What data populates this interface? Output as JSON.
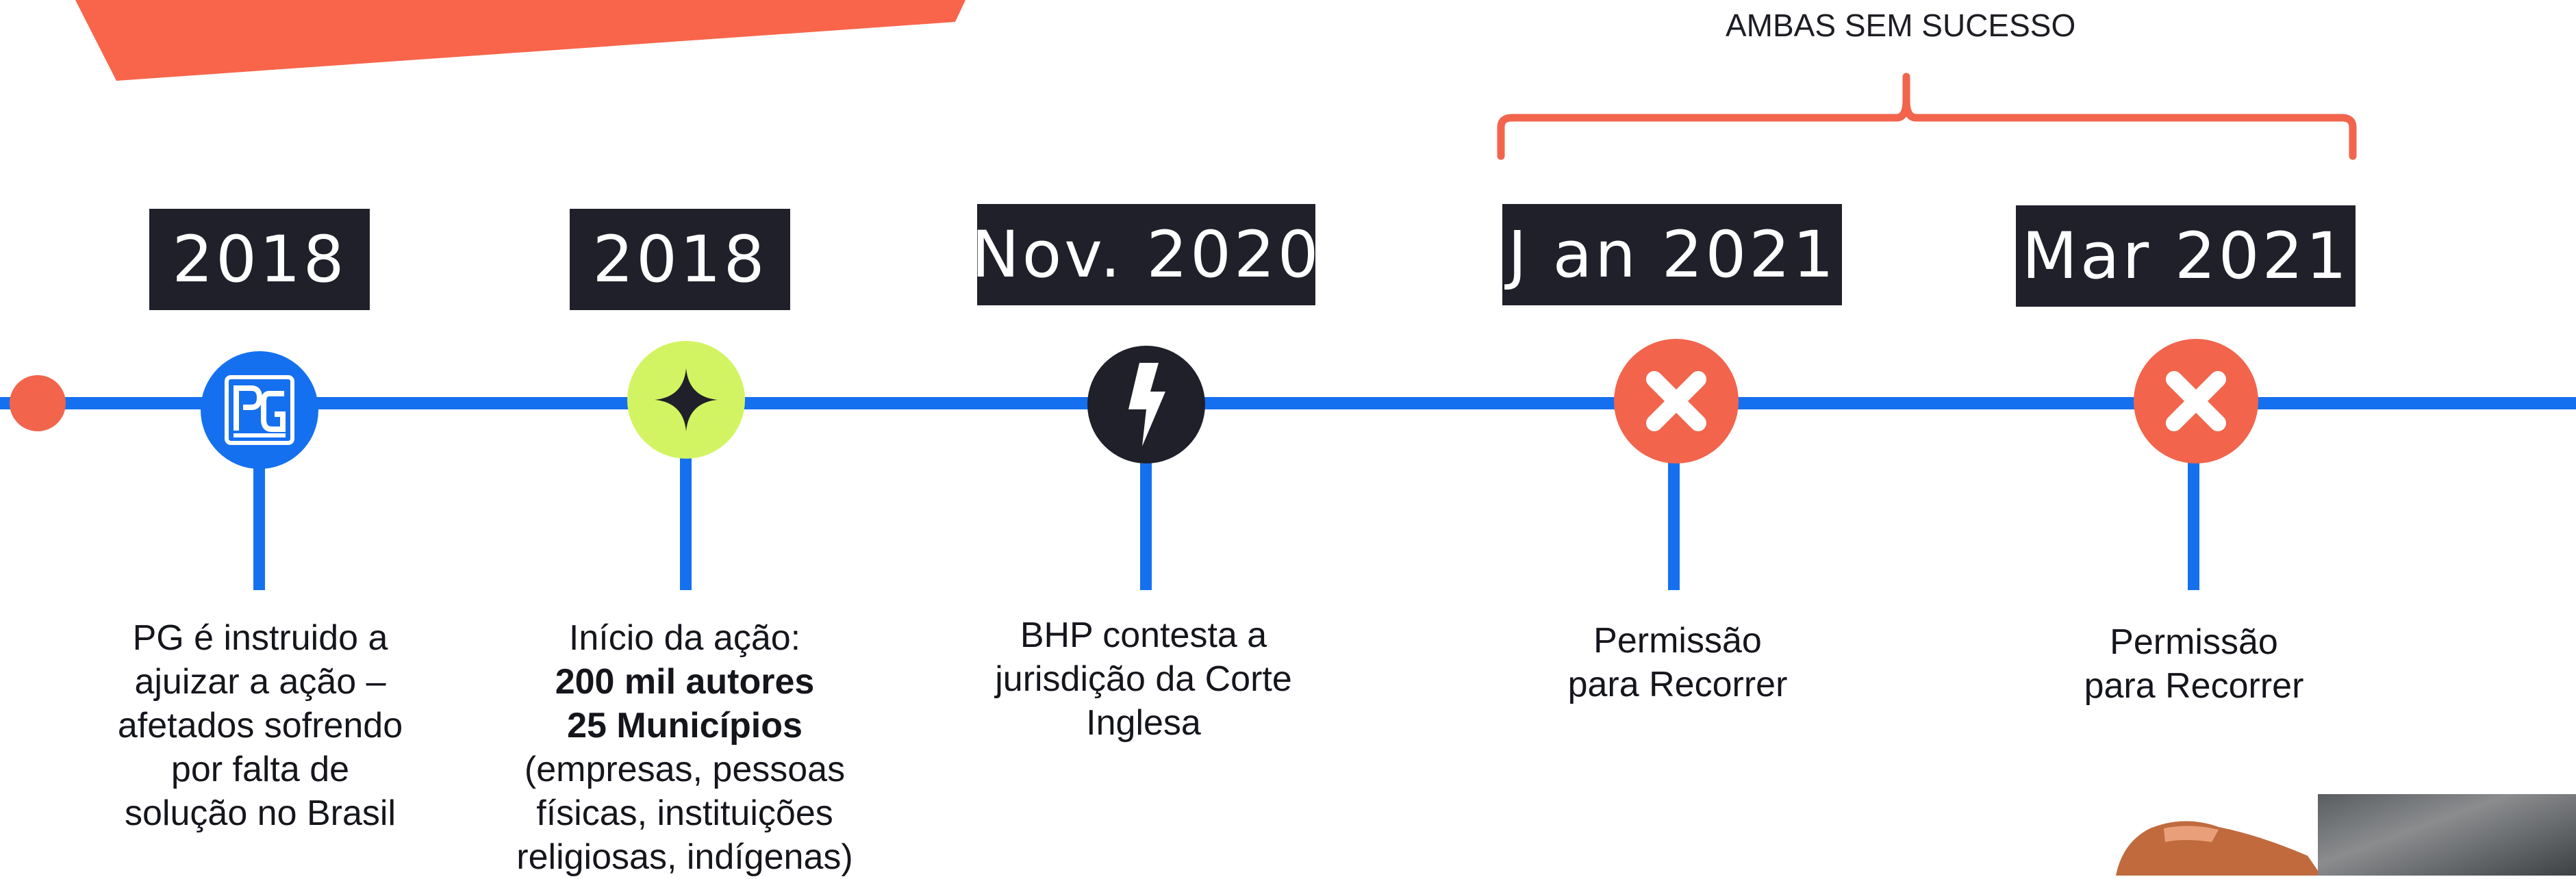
{
  "header": {
    "bracket_label": "AMBAS SEM SUCESSO"
  },
  "events": [
    {
      "date": "2018",
      "icon": "pg-logo-icon",
      "lines": [
        "PG é instruido a",
        "ajuizar a ação –",
        "afetados sofrendo",
        "por falta de",
        "solução no Brasil"
      ]
    },
    {
      "date": "2018",
      "icon": "star-icon",
      "intro": "Início da ação:",
      "bold_1": "200 mil autores",
      "bold_2": "25 Municípios",
      "lines": [
        "(empresas, pessoas",
        "físicas, instituições",
        "religiosas, indígenas)"
      ]
    },
    {
      "date": "Nov. 2020",
      "icon": "lightning-icon",
      "lines": [
        "BHP contesta a",
        "jurisdição da Corte",
        "Inglesa"
      ]
    },
    {
      "date": "J an 2021",
      "icon": "x-mark-icon",
      "lines": [
        "Permissão",
        "para Recorrer"
      ]
    },
    {
      "date": "Mar 2021",
      "icon": "x-mark-icon",
      "lines": [
        "Permissão",
        "para Recorrer"
      ]
    }
  ],
  "colors": {
    "accent": "#f2644c",
    "line": "#1570ef",
    "label_bg": "#1f2029",
    "lime": "#d3f462"
  }
}
